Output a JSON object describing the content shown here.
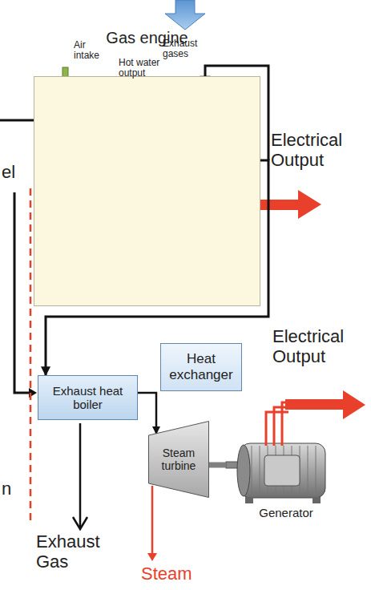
{
  "diagram": {
    "nodes": [
      {
        "text": [
          "Gas engine"
        ]
      },
      {
        "text": [
          "Exhaust heat boiler"
        ]
      },
      {
        "text": [
          "Heat exchanger"
        ]
      },
      {
        "text": [
          "Steam turbine"
        ]
      },
      {
        "text": [
          "Generator"
        ]
      }
    ],
    "edges": [
      {
        "from": 0,
        "to": 1,
        "arrow": "to"
      },
      {
        "from": 1,
        "to": 3,
        "arrow": "to"
      },
      {
        "from": 3,
        "to": 4,
        "arrow": "none"
      }
    ],
    "labels": [
      "el",
      "Air intake",
      "Hot water output",
      "Exhaust gases",
      "Electrical Output",
      "Electrical Output",
      "n",
      "Exhaust Gas",
      "Steam"
    ]
  }
}
